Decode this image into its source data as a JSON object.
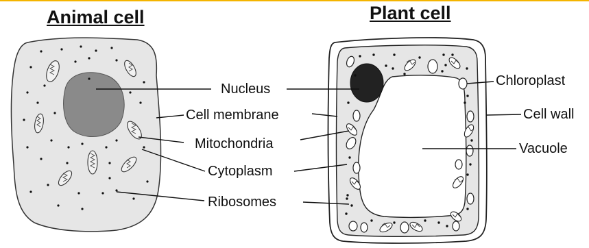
{
  "titles": {
    "animal": "Animal cell",
    "plant": "Plant cell"
  },
  "labels": {
    "nucleus": "Nucleus",
    "cell_membrane": "Cell membrane",
    "mitochondria": "Mitochondria",
    "cytoplasm": "Cytoplasm",
    "ribosomes": "Ribosomes",
    "chloroplast": "Chloroplast",
    "cell_wall": "Cell wall",
    "vacuole": "Vacuole"
  },
  "colors": {
    "cytoplasm": "#e6e6e6",
    "animal_nucleus": "#8a8a8a",
    "plant_nucleus": "#222222",
    "accent_line": "#f4b400"
  }
}
